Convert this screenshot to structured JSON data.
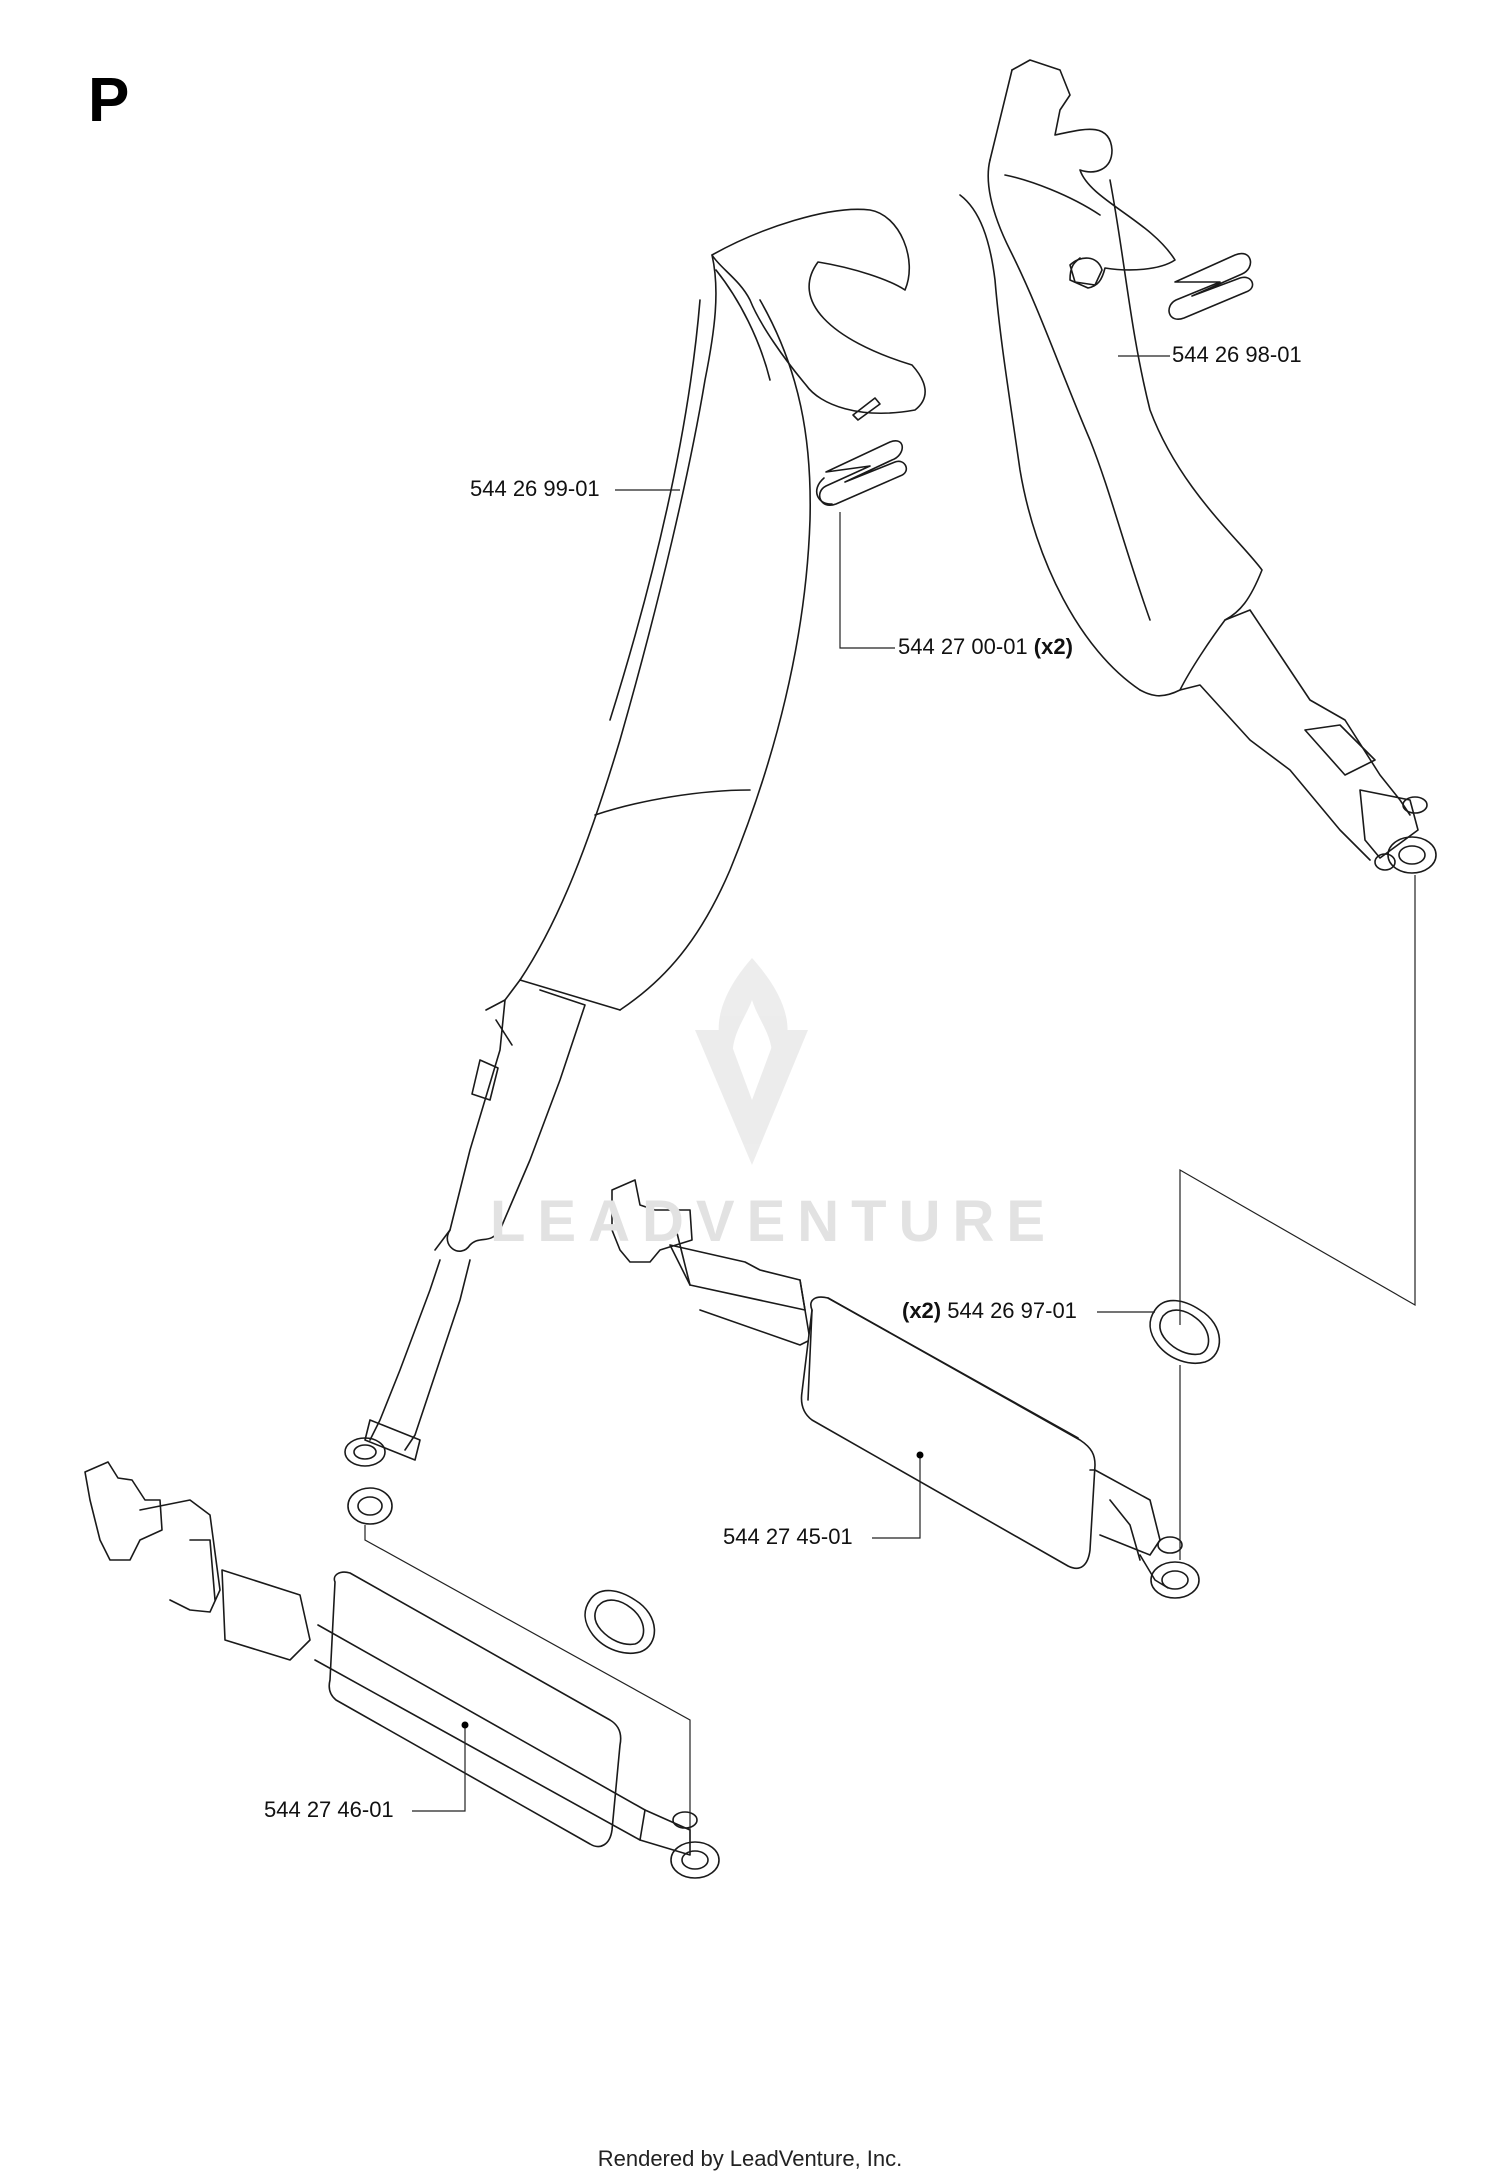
{
  "section": "P",
  "watermark": {
    "brand": "LEADVENTURE",
    "logo_icon": "flame-v-logo-icon"
  },
  "parts": [
    {
      "number": "544 26 99-01",
      "qty": ""
    },
    {
      "number": "544 26 98-01",
      "qty": ""
    },
    {
      "number": "544 27 00-01",
      "qty": "(x2)"
    },
    {
      "number": "544 26 97-01",
      "qty": "(x2)"
    },
    {
      "number": "544 27 45-01",
      "qty": ""
    },
    {
      "number": "544 27 46-01",
      "qty": ""
    }
  ],
  "footer": "Rendered by LeadVenture, Inc."
}
